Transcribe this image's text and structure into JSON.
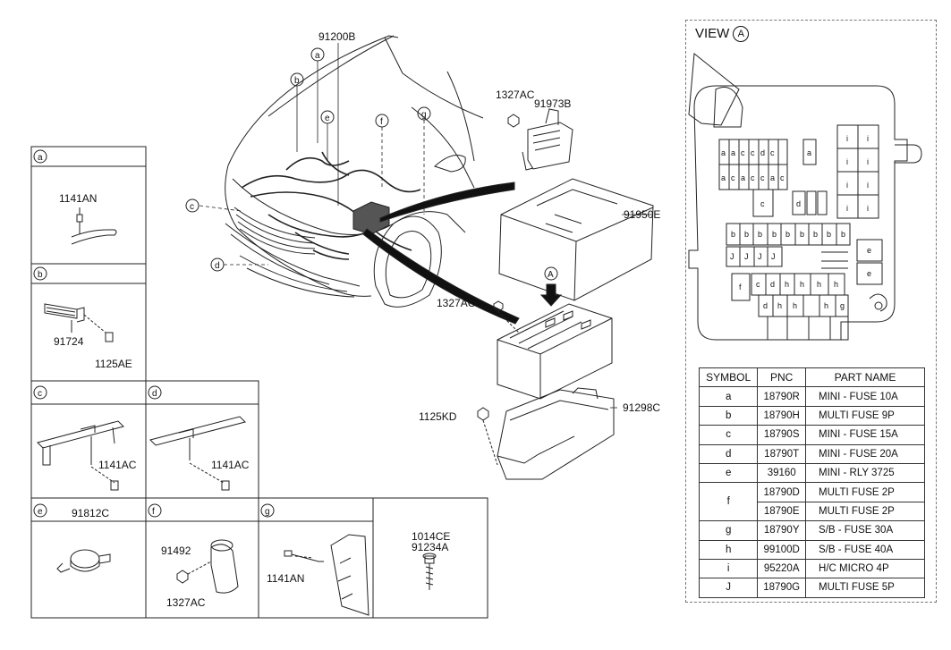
{
  "callouts": {
    "harness": "91200B",
    "a": "a",
    "b": "b",
    "c": "c",
    "d": "d",
    "e": "e",
    "f": "f",
    "g": "g",
    "nut_top": "1327AC",
    "bracket": "91973B",
    "cover": "91950E",
    "nut_mid": "1327AC",
    "arrow_a": "A",
    "lower_cover": "91298C",
    "bolt_lower": "1125KD"
  },
  "detail_boxes": {
    "a": {
      "letter": "a",
      "parts": [
        "1141AN"
      ]
    },
    "b": {
      "letter": "b",
      "parts": [
        "91724",
        "1125AE"
      ]
    },
    "c": {
      "letter": "c",
      "parts": [
        "1141AC"
      ]
    },
    "d": {
      "letter": "d",
      "parts": [
        "1141AC"
      ]
    },
    "e": {
      "letter": "e",
      "parts": [
        "91812C"
      ]
    },
    "f": {
      "letter": "f",
      "parts": [
        "91492",
        "1327AC"
      ]
    },
    "g": {
      "letter": "g",
      "parts": [
        "1141AN"
      ]
    },
    "h": {
      "parts": [
        "1014CE",
        "91234A"
      ]
    }
  },
  "view": {
    "title": "VIEW",
    "marker": "A",
    "grid_top_left": [
      [
        "a",
        "a",
        "c",
        "c",
        "d",
        "c"
      ],
      [
        "a",
        "c",
        "a",
        "c",
        "c",
        "a",
        "c"
      ]
    ],
    "grid_top_misc": [
      "a",
      "c",
      "d"
    ],
    "grid_i": [
      "i",
      "i",
      "i",
      "i",
      "i",
      "i",
      "i",
      "i"
    ],
    "grid_b": [
      "b",
      "b",
      "b",
      "b",
      "b",
      "b",
      "b",
      "b",
      "b"
    ],
    "grid_j": [
      "J",
      "J",
      "J",
      "J"
    ],
    "grid_e": [
      "e",
      "e"
    ],
    "grid_f": [
      "f"
    ],
    "grid_c_row": [
      "c",
      "d",
      "h",
      "h",
      "h",
      "h"
    ],
    "grid_h_row": [
      "d",
      "h",
      "h",
      "h",
      "g"
    ]
  },
  "legend": {
    "headers": [
      "SYMBOL",
      "PNC",
      "PART NAME"
    ],
    "rows": [
      {
        "symbol": "a",
        "pnc": "18790R",
        "name": "MINI - FUSE 10A"
      },
      {
        "symbol": "b",
        "pnc": "18790H",
        "name": "MULTI FUSE 9P"
      },
      {
        "symbol": "c",
        "pnc": "18790S",
        "name": "MINI - FUSE 15A"
      },
      {
        "symbol": "d",
        "pnc": "18790T",
        "name": "MINI - FUSE 20A"
      },
      {
        "symbol": "e",
        "pnc": "39160",
        "name": "MINI - RLY 3725"
      },
      {
        "symbol": "f",
        "pnc": "18790D",
        "name": "MULTI FUSE 2P"
      },
      {
        "symbol": "",
        "pnc": "18790E",
        "name": "MULTI FUSE 2P"
      },
      {
        "symbol": "g",
        "pnc": "18790Y",
        "name": "S/B - FUSE 30A"
      },
      {
        "symbol": "h",
        "pnc": "99100D",
        "name": "S/B - FUSE 40A"
      },
      {
        "symbol": "i",
        "pnc": "95220A",
        "name": "H/C MICRO 4P"
      },
      {
        "symbol": "J",
        "pnc": "18790G",
        "name": "MULTI FUSE 5P"
      }
    ]
  }
}
